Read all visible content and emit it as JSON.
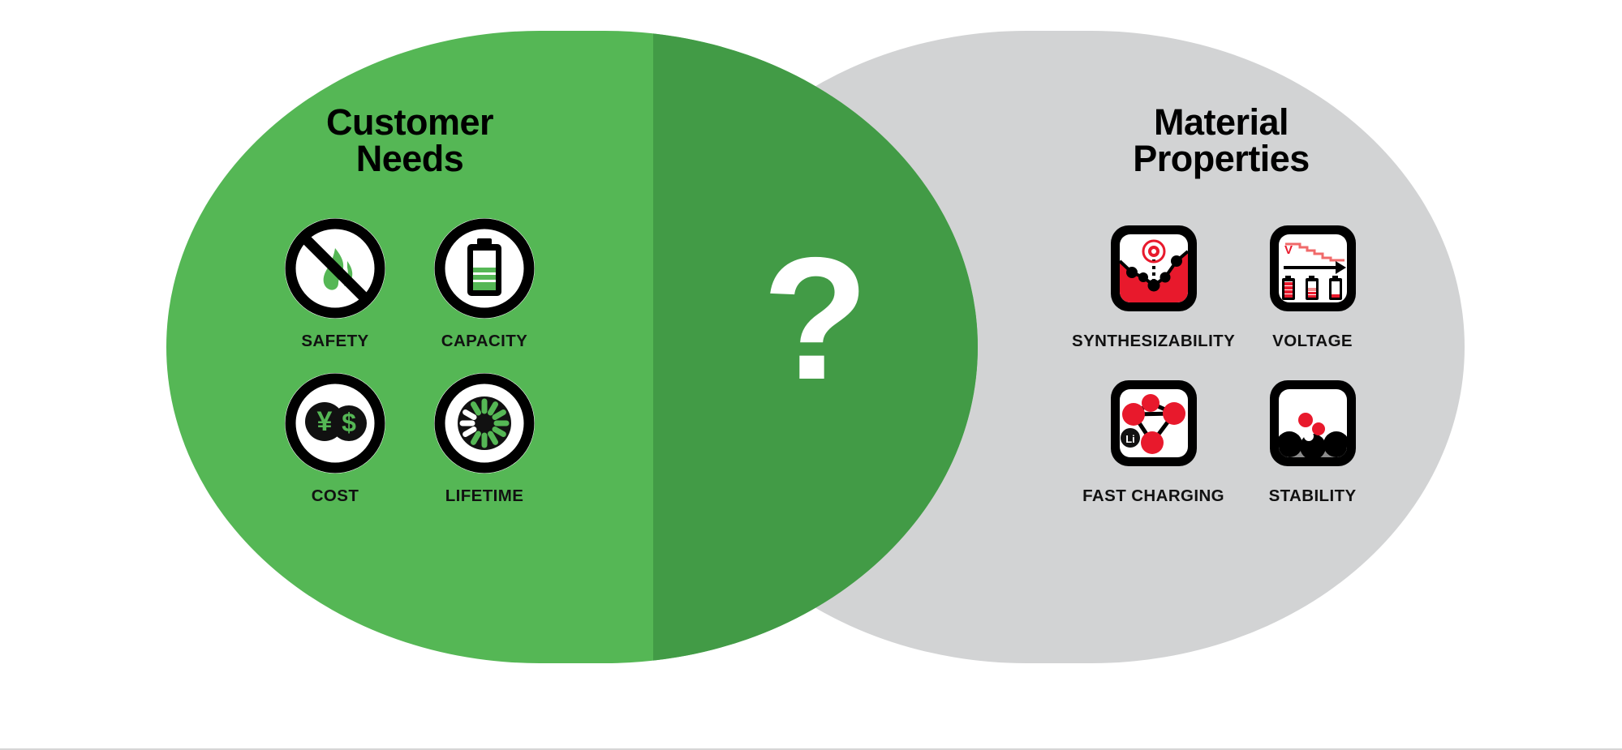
{
  "diagram": {
    "type": "venn",
    "background_color": "#ffffff",
    "left_set": {
      "title_lines": [
        "Customer",
        "Needs"
      ],
      "fill_color": "#55b755",
      "items": [
        {
          "label": "SAFETY",
          "icon": "no-fire-icon"
        },
        {
          "label": "CAPACITY",
          "icon": "battery-capacity-icon"
        },
        {
          "label": "COST",
          "icon": "yen-dollar-coins-icon"
        },
        {
          "label": "LIFETIME",
          "icon": "cycle-spinner-icon"
        }
      ]
    },
    "right_set": {
      "title_lines": [
        "Material",
        "Properties"
      ],
      "fill_color": "#d2d3d4",
      "items": [
        {
          "label": "SYNTHESIZABILITY",
          "icon": "energy-landscape-icon"
        },
        {
          "label": "VOLTAGE",
          "icon": "voltage-decay-icon"
        },
        {
          "label": "FAST CHARGING",
          "icon": "li-lattice-icon"
        },
        {
          "label": "STABILITY",
          "icon": "settled-particles-icon"
        }
      ]
    },
    "intersection": {
      "symbol": "?",
      "fill_color": "#429b46",
      "symbol_color": "#ffffff"
    },
    "palette": {
      "green": "#55b755",
      "green_dark": "#429b46",
      "gray": "#d2d3d4",
      "red": "#e8192c",
      "black": "#000000",
      "white": "#ffffff"
    }
  }
}
